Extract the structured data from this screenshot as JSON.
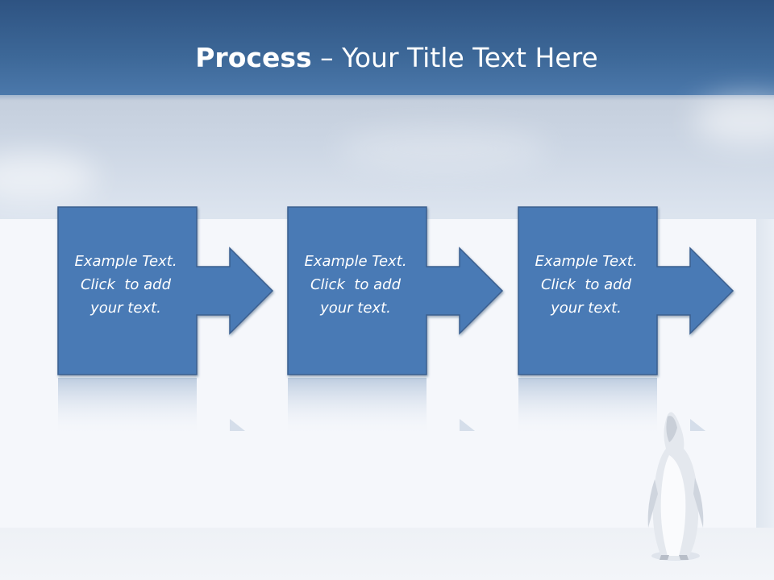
{
  "title": {
    "bold": "Process",
    "rest": " – Your Title Text Here"
  },
  "steps": [
    {
      "lines": [
        "Example Text.",
        "Click  to add",
        "your text."
      ]
    },
    {
      "lines": [
        "Example Text.",
        "Click  to add",
        "your text."
      ]
    },
    {
      "lines": [
        "Example Text.",
        "Click  to add",
        "your text."
      ]
    }
  ],
  "colors": {
    "shape_fill": "#4a7ab5",
    "shape_stroke": "#3a5f8f",
    "title_text": "#ffffff"
  }
}
